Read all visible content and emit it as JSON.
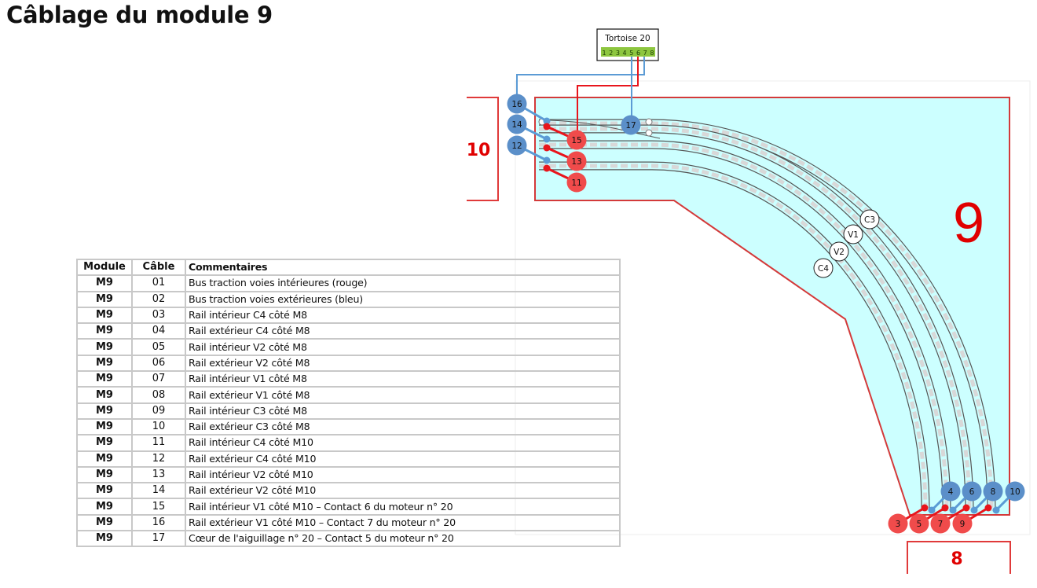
{
  "page": {
    "title": "Câblage du module 9"
  },
  "diagram": {
    "module_number": "9",
    "neighbor_left": "10",
    "neighbor_bottom": "8",
    "motor": {
      "label": "Tortoise 20",
      "pins": [
        "1",
        "2",
        "3",
        "4",
        "5",
        "6",
        "7",
        "8"
      ],
      "pin_color": "#8dc63f"
    },
    "tracks": [
      "C3",
      "V1",
      "V2",
      "C4"
    ],
    "colors": {
      "board_fill": "#ccffff",
      "board_border": "#d33a3a",
      "red_wire": "#e8151c",
      "red_node": "#f04b4b",
      "blue_wire": "#5b9bd5",
      "blue_node": "#5b8fc9",
      "label_red": "#e00000"
    },
    "left_nodes": [
      {
        "id": "16",
        "color": "blue"
      },
      {
        "id": "14",
        "color": "blue"
      },
      {
        "id": "12",
        "color": "blue"
      },
      {
        "id": "15",
        "color": "red"
      },
      {
        "id": "13",
        "color": "red"
      },
      {
        "id": "11",
        "color": "red"
      },
      {
        "id": "17",
        "color": "blue"
      }
    ],
    "bottom_nodes": [
      {
        "id": "4",
        "color": "blue"
      },
      {
        "id": "6",
        "color": "blue"
      },
      {
        "id": "8",
        "color": "blue"
      },
      {
        "id": "10",
        "color": "blue"
      },
      {
        "id": "3",
        "color": "red"
      },
      {
        "id": "5",
        "color": "red"
      },
      {
        "id": "7",
        "color": "red"
      },
      {
        "id": "9",
        "color": "red"
      }
    ]
  },
  "table": {
    "headers": [
      "Module",
      "Câble",
      "Commentaires"
    ],
    "rows": [
      {
        "module": "M9",
        "cable": "01",
        "comment": "Bus traction voies intérieures (rouge)"
      },
      {
        "module": "M9",
        "cable": "02",
        "comment": "Bus traction voies extérieures (bleu)"
      },
      {
        "module": "M9",
        "cable": "03",
        "comment": "Rail intérieur C4 côté M8"
      },
      {
        "module": "M9",
        "cable": "04",
        "comment": "Rail extérieur C4 côté M8"
      },
      {
        "module": "M9",
        "cable": "05",
        "comment": "Rail intérieur V2 côté M8"
      },
      {
        "module": "M9",
        "cable": "06",
        "comment": "Rail extérieur V2 côté M8"
      },
      {
        "module": "M9",
        "cable": "07",
        "comment": "Rail intérieur V1 côté M8"
      },
      {
        "module": "M9",
        "cable": "08",
        "comment": "Rail extérieur V1 côté M8"
      },
      {
        "module": "M9",
        "cable": "09",
        "comment": "Rail intérieur C3 côté M8"
      },
      {
        "module": "M9",
        "cable": "10",
        "comment": "Rail extérieur C3 côté M8"
      },
      {
        "module": "M9",
        "cable": "11",
        "comment": "Rail intérieur C4 côté M10"
      },
      {
        "module": "M9",
        "cable": "12",
        "comment": "Rail extérieur C4 côté M10"
      },
      {
        "module": "M9",
        "cable": "13",
        "comment": "Rail intérieur V2 côté M10"
      },
      {
        "module": "M9",
        "cable": "14",
        "comment": "Rail extérieur V2 côté M10"
      },
      {
        "module": "M9",
        "cable": "15",
        "comment": "Rail intérieur V1 côté M10 – Contact 6 du moteur n° 20"
      },
      {
        "module": "M9",
        "cable": "16",
        "comment": "Rail extérieur V1 côté M10 – Contact 7 du moteur n° 20"
      },
      {
        "module": "M9",
        "cable": "17",
        "comment": "Cœur de l'aiguillage n° 20 – Contact 5 du moteur n° 20"
      }
    ]
  }
}
